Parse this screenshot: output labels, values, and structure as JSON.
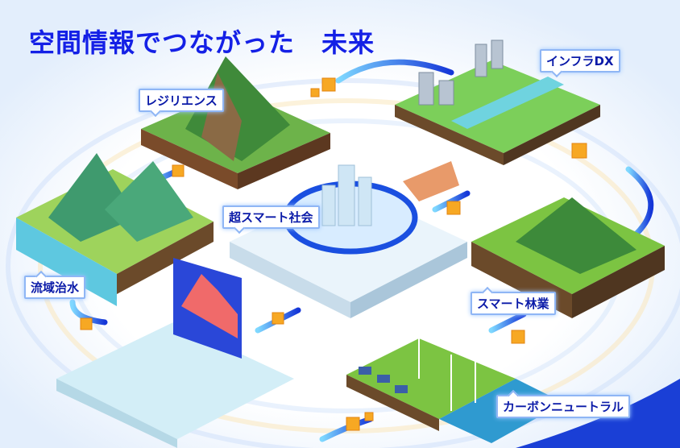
{
  "title": "空間情報でつながった　未来",
  "labels": {
    "resilience": "レジリエンス",
    "infra_dx": "インフラDX",
    "super_smart_society": "超スマート社会",
    "river_basin": "流域治水",
    "smart_forestry": "スマート林業",
    "carbon_neutral": "カーボンニュートラル"
  },
  "colors": {
    "title": "#1420e6",
    "label_text": "#0a1aa8",
    "accent_blue": "#1a5cf0",
    "cube": "#f7a823"
  }
}
